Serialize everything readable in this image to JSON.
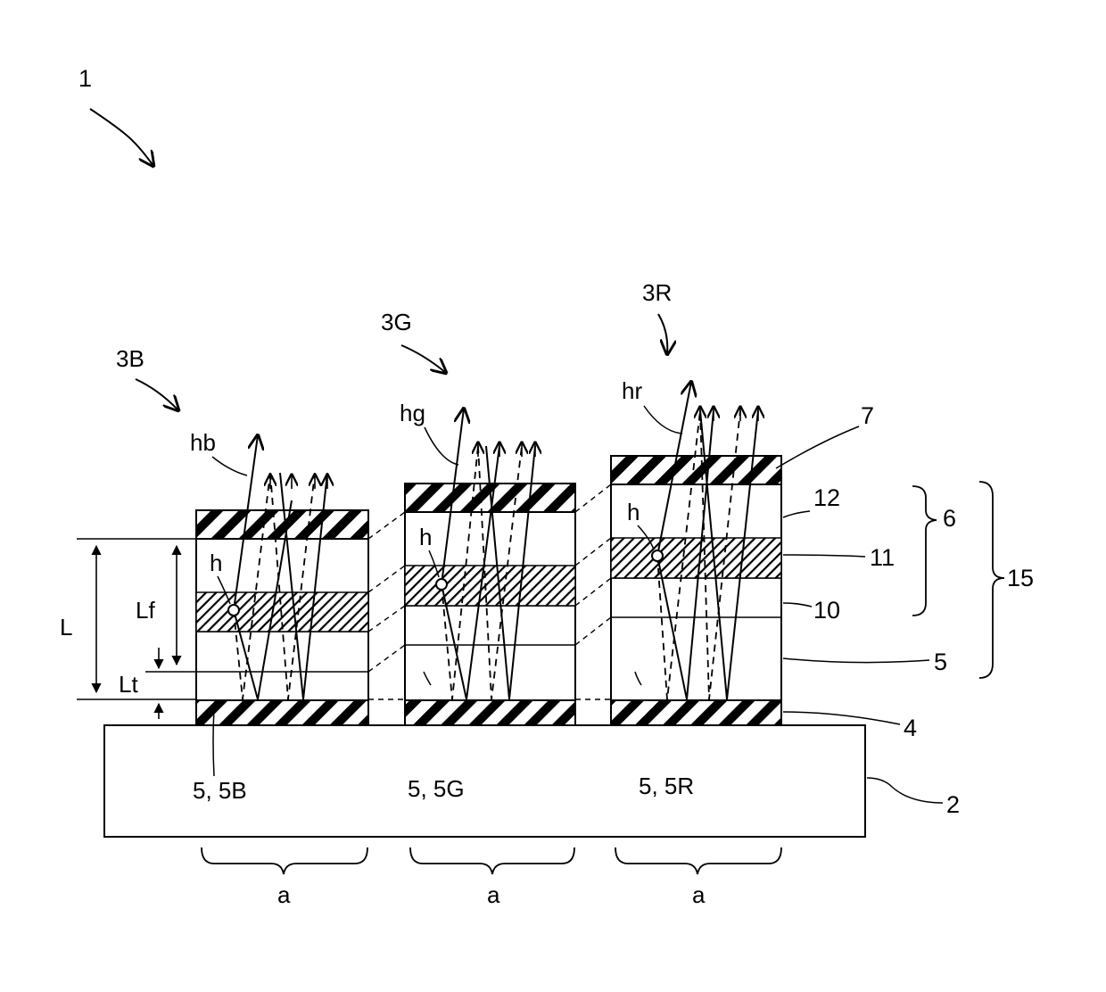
{
  "figure": {
    "device_ref": "1",
    "substrate_ref": "2",
    "reflective_layer_ref": "4",
    "transparent_layer_ref": "5",
    "organic_layer_ref": "6",
    "semi_transmissive_ref": "7",
    "hole_transport_ref": "10",
    "emission_layer_ref": "11",
    "electron_transport_ref": "12",
    "resonator_ref": "15",
    "total_length": "L",
    "length_lf": "Lf",
    "length_lt": "Lt",
    "pixel_width": "a",
    "emission_point": "h",
    "pixels": [
      {
        "id": "3B",
        "ray": "hb",
        "layer": "5, 5B"
      },
      {
        "id": "3G",
        "ray": "hg",
        "layer": "5, 5G"
      },
      {
        "id": "3R",
        "ray": "hr",
        "layer": "5, 5R"
      }
    ]
  },
  "colors": {
    "ink": "#000000",
    "background": "#ffffff"
  }
}
